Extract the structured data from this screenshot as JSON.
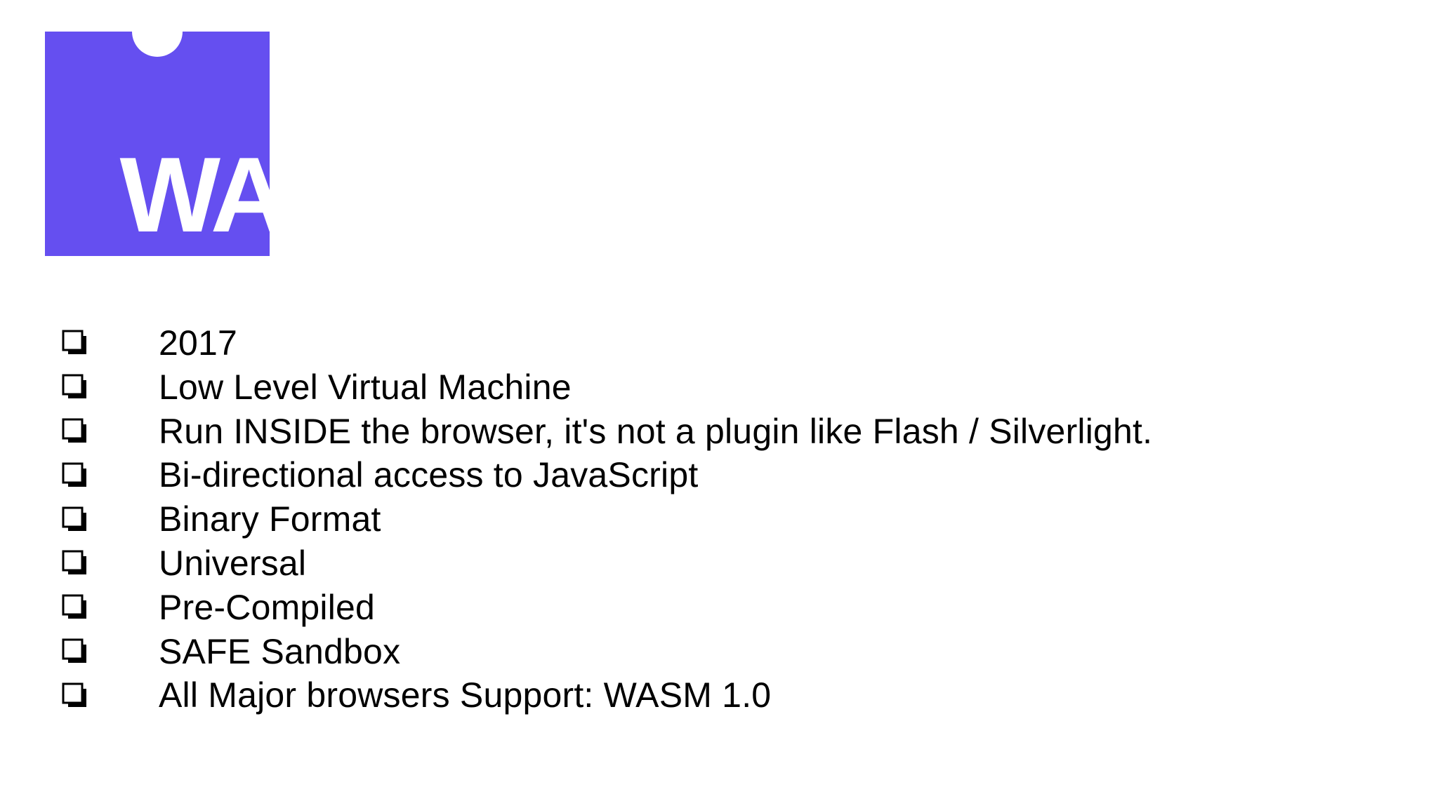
{
  "slide": {
    "logo": {
      "icon": "webassembly-logo-icon",
      "text": "WA",
      "color": "#654ff0",
      "text_color": "#ffffff"
    },
    "bullet_icon": "checkbox-square-icon",
    "bullets": [
      {
        "text": "2017"
      },
      {
        "text": "Low Level Virtual Machine"
      },
      {
        "text": "Run INSIDE the browser, it's not a plugin like Flash / Silverlight."
      },
      {
        "text": "Bi-directional access to JavaScript"
      },
      {
        "text": "Binary Format"
      },
      {
        "text": "Universal"
      },
      {
        "text": "Pre-Compiled"
      },
      {
        "text": "SAFE Sandbox"
      },
      {
        "text": "All Major browsers Support: WASM 1.0"
      }
    ]
  }
}
